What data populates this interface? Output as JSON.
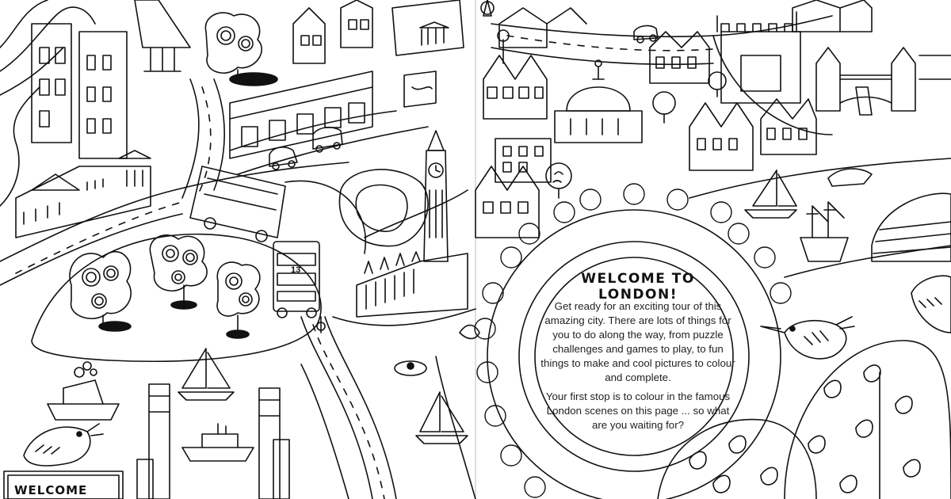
{
  "welcome_panel": {
    "title": "WELCOME TO LONDON!",
    "paragraph_1": "Get ready for an exciting tour of this amazing city. There are lots of things for you to do along the way, from puzzle challenges and games to play, to fun things to make and cool pictures to colour and complete.",
    "paragraph_2": "Your first stop is to colour in the famous London scenes on this page ... so what are you waiting for?"
  },
  "map_labels": {
    "bus_number": "13",
    "welcome_sign": "WELCOME"
  },
  "colors": {
    "ink": "#111111",
    "paper": "#ffffff"
  }
}
